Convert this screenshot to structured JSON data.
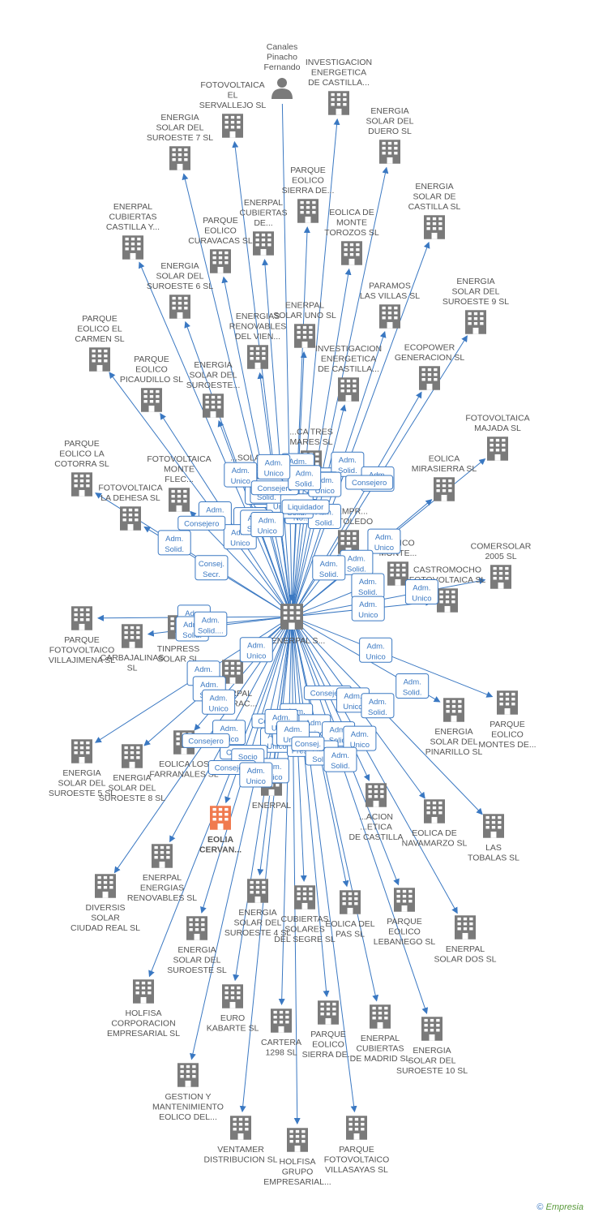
{
  "graph": {
    "accent_color": "#3a78c2",
    "node_color": "#7a7a7a",
    "highlight_color": "#f07a4f",
    "center_label": "ENERPAL S...",
    "nodes": [
      {
        "id": "canales",
        "lines": [
          "Canales",
          "Pinacho",
          "Fernando"
        ],
        "icon": "person-icon"
      },
      {
        "id": "investigacion1",
        "lines": [
          "INVESTIGACION",
          "ENERGETICA",
          "DE CASTILLA..."
        ],
        "icon": "building-icon"
      },
      {
        "id": "fotovoltaica_servallejo",
        "lines": [
          "FOTOVOLTAICA",
          "EL",
          "SERVALLEJO SL"
        ],
        "icon": "building-icon"
      },
      {
        "id": "suroeste7",
        "lines": [
          "ENERGIA",
          "SOLAR DEL",
          "SUROESTE 7 SL"
        ],
        "icon": "building-icon"
      },
      {
        "id": "duero",
        "lines": [
          "ENERGIA",
          "SOLAR DEL",
          "DUERO SL"
        ],
        "icon": "building-icon"
      },
      {
        "id": "sierra_de",
        "lines": [
          "PARQUE",
          "EOLICO",
          "SIERRA DE..."
        ],
        "icon": "building-icon"
      },
      {
        "id": "castilla_sl",
        "lines": [
          "ENERGIA",
          "SOLAR DE",
          "CASTILLA SL"
        ],
        "icon": "building-icon"
      },
      {
        "id": "enerpal_cub_castilla",
        "lines": [
          "ENERPAL",
          "CUBIERTAS",
          "CASTILLA Y..."
        ],
        "icon": "building-icon"
      },
      {
        "id": "enerpal_cub_de",
        "lines": [
          "ENERPAL",
          "CUBIERTAS",
          "DE..."
        ],
        "icon": "building-icon"
      },
      {
        "id": "curavacas",
        "lines": [
          "PARQUE",
          "EOLICO",
          "CURAVACAS SL"
        ],
        "icon": "building-icon"
      },
      {
        "id": "monte_torozos",
        "lines": [
          "EOLICA DE",
          "MONTE",
          "TOROZOS SL"
        ],
        "icon": "building-icon"
      },
      {
        "id": "suroeste6",
        "lines": [
          "ENERGIA",
          "SOLAR DEL",
          "SUROESTE 6 SL"
        ],
        "icon": "building-icon"
      },
      {
        "id": "suroeste9",
        "lines": [
          "ENERGIA",
          "SOLAR DEL",
          "SUROESTE 9 SL"
        ],
        "icon": "building-icon"
      },
      {
        "id": "paramos",
        "lines": [
          "PARAMOS",
          "LAS VILLAS SL"
        ],
        "icon": "building-icon"
      },
      {
        "id": "solar_uno",
        "lines": [
          "ENERPAL",
          "SOLAR UNO SL"
        ],
        "icon": "building-icon"
      },
      {
        "id": "carmen",
        "lines": [
          "PARQUE",
          "EOLICO EL",
          "CARMEN SL"
        ],
        "icon": "building-icon"
      },
      {
        "id": "renovables_vien",
        "lines": [
          "ENERGIAS",
          "RENOVABLES",
          "DEL VIEN..."
        ],
        "icon": "building-icon"
      },
      {
        "id": "investigacion2",
        "lines": [
          "INVESTIGACION",
          "ENERGETICA",
          "DE CASTILLA..."
        ],
        "icon": "building-icon"
      },
      {
        "id": "ecopower",
        "lines": [
          "ECOPOWER",
          "GENERACION SL"
        ],
        "icon": "building-icon"
      },
      {
        "id": "picaudillo",
        "lines": [
          "PARQUE",
          "EOLICO",
          "PICAUDILLO SL"
        ],
        "icon": "building-icon"
      },
      {
        "id": "suroeste_x",
        "lines": [
          "ENERGIA",
          "SOLAR DEL",
          "SUROESTE..."
        ],
        "icon": "building-icon"
      },
      {
        "id": "majada",
        "lines": [
          "FOTOVOLTAICA",
          "MAJADA SL"
        ],
        "icon": "building-icon"
      },
      {
        "id": "tres_mares",
        "lines": [
          "...CA TRES",
          "MARES SL"
        ],
        "icon": "building-icon"
      },
      {
        "id": "cotorra",
        "lines": [
          "PARQUE",
          "EOLICO LA",
          "COTORRA SL"
        ],
        "icon": "building-icon"
      },
      {
        "id": "monte_flec",
        "lines": [
          "FOTOVOLTAICA",
          "MONTE",
          "FLEC..."
        ],
        "icon": "building-icon"
      },
      {
        "id": "mirasierra",
        "lines": [
          "EOLICA",
          "MIRASIERRA SL"
        ],
        "icon": "building-icon"
      },
      {
        "id": "dehesa",
        "lines": [
          "FOTOVOLTAICA",
          "LA DEHESA SL"
        ],
        "icon": "building-icon"
      },
      {
        "id": "suroeste2",
        "lines": [
          "...SOLAR DEL",
          "SUROESTE 2 SL"
        ],
        "icon": "building-icon"
      },
      {
        "id": "toledo",
        "lines": [
          "...EMPR...",
          "DE TOLEDO"
        ],
        "icon": "building-icon"
      },
      {
        "id": "comersolar",
        "lines": [
          "COMERSOLAR",
          "2005 SL"
        ],
        "icon": "building-icon"
      },
      {
        "id": "eolico_monte",
        "lines": [
          "...OLICO",
          "MONTE..."
        ],
        "icon": "building-icon"
      },
      {
        "id": "castromocho",
        "lines": [
          "CASTROMOCHO",
          "FOTOVOLTAICA SL"
        ],
        "icon": "building-icon"
      },
      {
        "id": "villajimena",
        "lines": [
          "PARQUE",
          "FOTOVOLTAICO",
          "VILLAJIMENA SL"
        ],
        "icon": "building-icon"
      },
      {
        "id": "carbajalinas",
        "lines": [
          "CARBAJALINAS",
          "SL"
        ],
        "icon": "building-icon"
      },
      {
        "id": "tinpress",
        "lines": [
          "TINPRESS",
          "SOLAR SL"
        ],
        "icon": "building-icon"
      },
      {
        "id": "enerpal_generac",
        "lines": [
          "ENERPAL",
          "GENERAC..."
        ],
        "icon": "building-icon"
      },
      {
        "id": "pinarillo",
        "lines": [
          "ENERGIA",
          "SOLAR DEL",
          "PINARILLO SL"
        ],
        "icon": "building-icon"
      },
      {
        "id": "montes_de",
        "lines": [
          "PARQUE",
          "EOLICO",
          "MONTES DE..."
        ],
        "icon": "building-icon"
      },
      {
        "id": "suroeste5",
        "lines": [
          "ENERGIA",
          "SOLAR DEL",
          "SUROESTE 5 SL"
        ],
        "icon": "building-icon"
      },
      {
        "id": "suroeste8",
        "lines": [
          "ENERGIA",
          "SOLAR DEL",
          "SUROESTE 8 SL"
        ],
        "icon": "building-icon"
      },
      {
        "id": "farranales",
        "lines": [
          "EOLICA LOS",
          "FARRANALES SL"
        ],
        "icon": "building-icon"
      },
      {
        "id": "enerpal_mid",
        "lines": [
          "ENERPAL"
        ],
        "icon": "building-icon"
      },
      {
        "id": "eolia_cervan",
        "lines": [
          "EOLIA",
          "CERVAN..."
        ],
        "icon": "building-icon",
        "highlight": true
      },
      {
        "id": "energetica_castilla",
        "lines": [
          "...ACION",
          "...ETICA",
          "DE CASTILLA"
        ],
        "icon": "building-icon"
      },
      {
        "id": "navamarzo",
        "lines": [
          "EOLICA DE",
          "NAVAMARZO SL"
        ],
        "icon": "building-icon"
      },
      {
        "id": "tobalas",
        "lines": [
          "LAS",
          "TOBALAS SL"
        ],
        "icon": "building-icon"
      },
      {
        "id": "enerpal_renovables",
        "lines": [
          "ENERPAL",
          "ENERGIAS",
          "RENOVABLES SL"
        ],
        "icon": "building-icon"
      },
      {
        "id": "diversis",
        "lines": [
          "DIVERSIS",
          "SOLAR",
          "CIUDAD REAL SL"
        ],
        "icon": "building-icon"
      },
      {
        "id": "suroeste4",
        "lines": [
          "ENERGIA",
          "SOLAR DEL",
          "SUROESTE 4 SL"
        ],
        "icon": "building-icon"
      },
      {
        "id": "segre",
        "lines": [
          "CUBIERTAS",
          "SOLARES",
          "DEL SEGRE SL"
        ],
        "icon": "building-icon"
      },
      {
        "id": "eolica_pas",
        "lines": [
          "EOLICA DEL",
          "PAS SL"
        ],
        "icon": "building-icon"
      },
      {
        "id": "lebaniego",
        "lines": [
          "PARQUE",
          "EOLICO",
          "LEBANIEGO SL"
        ],
        "icon": "building-icon"
      },
      {
        "id": "solar_dos",
        "lines": [
          "ENERPAL",
          "SOLAR DOS SL"
        ],
        "icon": "building-icon"
      },
      {
        "id": "suroeste_sl",
        "lines": [
          "ENERGIA",
          "SOLAR DEL",
          "SUROESTE SL"
        ],
        "icon": "building-icon"
      },
      {
        "id": "holfisa_corp",
        "lines": [
          "HOLFISA",
          "CORPORACION",
          "EMPRESARIAL SL"
        ],
        "icon": "building-icon"
      },
      {
        "id": "euro_kabarte",
        "lines": [
          "EURO",
          "KABARTE SL"
        ],
        "icon": "building-icon"
      },
      {
        "id": "cartera",
        "lines": [
          "CARTERA",
          "1298  SL"
        ],
        "icon": "building-icon"
      },
      {
        "id": "sierra_de2",
        "lines": [
          "PARQUE",
          "EOLICO",
          "SIERRA DE..."
        ],
        "icon": "building-icon"
      },
      {
        "id": "cub_madrid",
        "lines": [
          "ENERPAL",
          "CUBIERTAS",
          "DE MADRID SL"
        ],
        "icon": "building-icon"
      },
      {
        "id": "suroeste10",
        "lines": [
          "ENERGIA",
          "SOLAR DEL",
          "SUROESTE 10 SL"
        ],
        "icon": "building-icon"
      },
      {
        "id": "gestion",
        "lines": [
          "GESTION Y",
          "MANTENIMIENTO",
          "EOLICO DEL..."
        ],
        "icon": "building-icon"
      },
      {
        "id": "ventamer",
        "lines": [
          "VENTAMER",
          "DISTRIBUCION SL"
        ],
        "icon": "building-icon"
      },
      {
        "id": "holfisa_grupo",
        "lines": [
          "HOLFISA",
          "GRUPO",
          "EMPRESARIAL..."
        ],
        "icon": "building-icon"
      },
      {
        "id": "villasayas",
        "lines": [
          "PARQUE",
          "FOTOVOLTAICO",
          "VILLASAYAS SL"
        ],
        "icon": "building-icon"
      }
    ],
    "relations": [
      [
        "Secr.",
        "No..."
      ],
      [
        "Consej...",
        ""
      ],
      [
        "Adm.",
        "Unico"
      ],
      [
        "Adm.",
        "Unico"
      ],
      [
        "Adm.",
        "Unico"
      ],
      [
        "Adm.",
        "Solid."
      ],
      [
        "Adm.",
        "Solid."
      ],
      [
        "Adm.",
        "Unico"
      ],
      [
        "Adm.",
        "Solid."
      ],
      [
        "Consejero",
        ""
      ],
      [
        "Adm.",
        "Unico"
      ],
      [
        "Adm.",
        "Unico"
      ],
      [
        "Adm.",
        "Solid."
      ],
      [
        "Adm.",
        "Solid."
      ],
      [
        "Adm.",
        "Unico"
      ],
      [
        "Consejero",
        ""
      ],
      [
        "Adm.",
        "Unico"
      ],
      [
        "Consejero",
        ""
      ],
      [
        "Adm.",
        "Unico"
      ],
      [
        "Adm.",
        "Solid."
      ],
      [
        "Adm.",
        "Unico"
      ],
      [
        "Liquidador",
        ""
      ],
      [
        "Adm.",
        "Solid."
      ],
      [
        "Consejero",
        ""
      ],
      [
        "Adm.",
        "Solid."
      ],
      [
        "Consej.",
        "Secr."
      ],
      [
        "Adm.",
        "Unico"
      ],
      [
        "Adm.",
        "Solid."
      ],
      [
        "Adm.",
        "Unico"
      ],
      [
        "Adm.",
        "Solid."
      ],
      [
        "Adm.",
        "Unico"
      ],
      [
        "Adm.",
        "Unico"
      ],
      [
        "Adm.",
        "Solid."
      ],
      [
        "Adm.",
        "Solid...."
      ],
      [
        "Adm.",
        "Unico"
      ],
      [
        "Adm.",
        "Solid."
      ],
      [
        "Adm.",
        "Unico"
      ],
      [
        "Adm.",
        "Solid."
      ],
      [
        "Adm.",
        "Solid."
      ],
      [
        "Adm.",
        "Unico"
      ],
      [
        "Adm.",
        "Unico"
      ],
      [
        "Consejero",
        ""
      ],
      [
        "Consejero",
        ""
      ],
      [
        "Adm.",
        "Unico"
      ],
      [
        "Adm.",
        "Solid."
      ],
      [
        "Adm.",
        "Unico"
      ],
      [
        "Consejero",
        ""
      ],
      [
        "Adm.",
        "Unico"
      ],
      [
        "Adm.",
        "Solid."
      ],
      [
        "Adm.",
        "Unico"
      ],
      [
        "Adm.",
        "Solid."
      ],
      [
        "Adm.",
        "Unico"
      ],
      [
        "Socio",
        "Único"
      ],
      [
        "Consejero",
        ""
      ],
      [
        "Consejero",
        ""
      ],
      [
        "Adm.",
        "Unico"
      ],
      [
        "Consej.",
        "Presi..."
      ],
      [
        "Adm.",
        "Solid."
      ],
      [
        "Adm.",
        "Solid."
      ],
      [
        "Adm.",
        "Unico"
      ],
      [
        "Adm.",
        "Unico"
      ],
      [
        "Adm.",
        "Unico"
      ],
      [
        "Consej.",
        ""
      ],
      [
        "Adm.",
        "Solid."
      ],
      [
        "Adm.",
        "Unico"
      ]
    ]
  },
  "footer": {
    "copyright": "©",
    "brand": "Empresia"
  }
}
